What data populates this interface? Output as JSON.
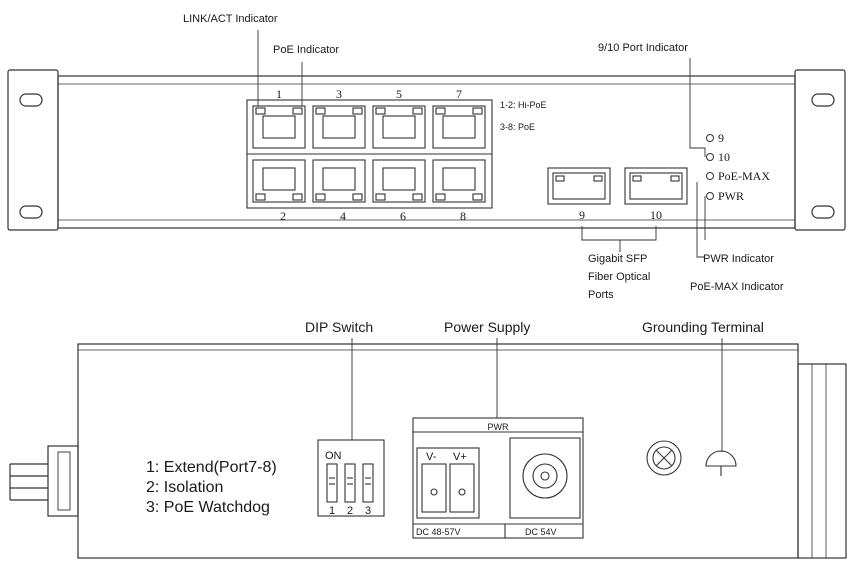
{
  "callouts": {
    "link_act": "LINK/ACT Indicator",
    "poe_indicator": "PoE Indicator",
    "port_9_10": "9/10 Port Indicator",
    "pwr_indicator": "PWR Indicator",
    "poemax_indicator": "PoE-MAX Indicator",
    "sfp_line1": "Gigabit SFP",
    "sfp_line2": "Fiber Optical",
    "sfp_line3": "Ports",
    "dip_switch": "DIP Switch",
    "power_supply": "Power Supply",
    "grounding": "Grounding Terminal"
  },
  "front_panel": {
    "top_port_numbers": [
      "1",
      "3",
      "5",
      "7"
    ],
    "bottom_port_numbers": [
      "2",
      "4",
      "6",
      "8"
    ],
    "poe_note_1": "1-2: Hi-PoE",
    "poe_note_2": "3-8: PoE",
    "sfp_numbers": [
      "9",
      "10"
    ],
    "leds": [
      "9",
      "10",
      "PoE-MAX",
      "PWR"
    ]
  },
  "side_panel": {
    "dip_on": "ON",
    "dip_numbers": [
      "1",
      "2",
      "3"
    ],
    "dip_legend": [
      "1: Extend(Port7-8)",
      "2: Isolation",
      "3: PoE Watchdog"
    ],
    "pwr_label": "PWR",
    "v_minus": "V-",
    "v_plus": "V+",
    "dc_range": "DC 48-57V",
    "dc_54": "DC 54V"
  }
}
